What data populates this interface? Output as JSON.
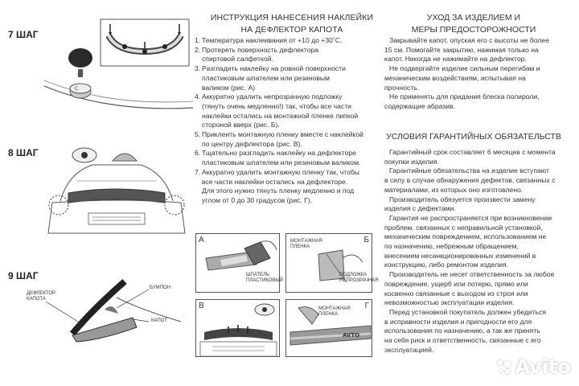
{
  "steps": {
    "step7": "7 ШАГ",
    "step8": "8 ШАГ",
    "step9": "9 ШАГ",
    "labels9": {
      "deflector": "ДЕФЛЕКТОР\nКАПОТА",
      "bumper": "БУМПОН",
      "hood": "КАПОТ"
    }
  },
  "instruction": {
    "title_line1": "ИНСТРУКЦИЯ НАНЕСЕНИЯ НАКЛЕЙКИ",
    "title_line2": "НА ДЕФЛЕКТОР КАПОТА",
    "items": [
      {
        "n": "1.",
        "text": "Температура наклеивания от +10 до +30˚С."
      },
      {
        "n": "2.",
        "text": "Протереть поверхность дефлектора\nспиртовой салфеткой."
      },
      {
        "n": "3.",
        "text": "Разгладить наклейку на ровной поверхности\nпластиковым шпателем или резиновым\nваликом (рис. А)"
      },
      {
        "n": "4.",
        "text": "Аккуратно удалить непрозрачную подложку\n(тянуть очень медленно!) так, чтобы все части\nнаклейки остались на монтажной пленке липкой\nстороной вверх (рис. Б)."
      },
      {
        "n": "5.",
        "text": "Приклеить монтажную пленку вместе с наклейкой\nпо центру дефлектора (рис. В)."
      },
      {
        "n": "6.",
        "text": "Тщательно разгладить наклейку на дефлекторе\nпластиковым шпателем или резиновым валиком."
      },
      {
        "n": "7.",
        "text": "Аккуратно удалить монтажную пленку так, чтобы\nвсе части наклейки остались на дефлекторе.\nДля этого нужно тянуть пленку медленно и под\nуглом от 0 до 30 градусов (рис. Г)."
      }
    ]
  },
  "panels": {
    "a": {
      "letter": "А",
      "spatula": "ШПАТЕЛЬ\nПЛАСТИКОВЫЙ"
    },
    "b": {
      "letter": "Б",
      "film": "МОНТАЖНАЯ\nПЛЕНКА",
      "backing": "ПОДЛОЖКА\nНЕПРОЗРАЧНАЯ"
    },
    "v": {
      "letter": "В"
    },
    "g": {
      "letter": "Г",
      "film": "МОНТАЖНАЯ\nПЛЕНКА"
    }
  },
  "care": {
    "title_line1": "УХОД ЗА ИЗДЕЛИЕМ И",
    "title_line2": "МЕРЫ ПРЕДОСТОРОЖНОСТИ",
    "paragraphs": [
      "Закрывайте капот, опуская его с высоты не более\n15 см. Помогайте закрытию, нажимая только на\nкапот. Никогда не нажимайте на дефлектор.",
      "Не подвергайте изделие сильным перегибам и\nмеханическим воздействиям, испытывая на\nпрочность.",
      "Не применять для придания блеска полироли,\nсодержащие абразив."
    ]
  },
  "warranty": {
    "title": "УСЛОВИЯ ГАРАНТИЙНЫХ ОБЯЗАТЕЛЬСТВ",
    "paragraphs": [
      "Гарантийный срок составляет 6 месяцев с момента\nпокупки изделия.",
      "Гарантийные обязательства на изделие вступают\nв силу в случае обнаружения дефектов, связанных с\nматериалами, из которых оно изготовлено.",
      "Производитель обязуется произвести замену\nизделия с дефектами.",
      "Гарантия не распространяется при возникновении\nпроблем, связанных с неправильной установкой,\nмеханическим повреждением, использованием не\nпо назначению, небрежным обращением,\nвнесением несанкционированных изменений в\nконструкцию, либо ремонтом изделия.",
      "Производитель не  несет ответственность за любое\nповреждение, ущерб или потерю, прямо или\nкосвенно связанные с выходом из строя или\nневозможностью эксплуатации изделия.",
      "Перед установкой покупатель должен убедиться\nв исправности изделия и пригодности его для\nиспользования по назначению, а так же принять\nна себя риск и ответственность, связанные с его\nэксплуатацией."
    ]
  },
  "watermark": {
    "text": "Avito"
  },
  "colors": {
    "text": "#333333",
    "deflector_fill": "#888888",
    "sticker_dark": "#222222",
    "line": "#555555"
  }
}
